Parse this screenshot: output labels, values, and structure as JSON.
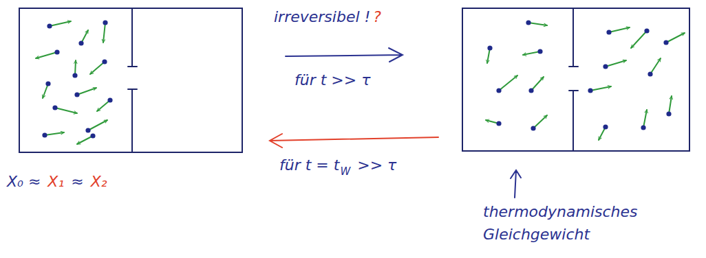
{
  "diagram": {
    "labels": [
      "irreversibel !",
      "?",
      "für t >> τ",
      "für t = t",
      "W",
      ">> τ",
      "X₀ ≈",
      "X₁",
      "≈",
      "X₂",
      "thermodynamisches Gleichgewicht"
    ]
  }
}
